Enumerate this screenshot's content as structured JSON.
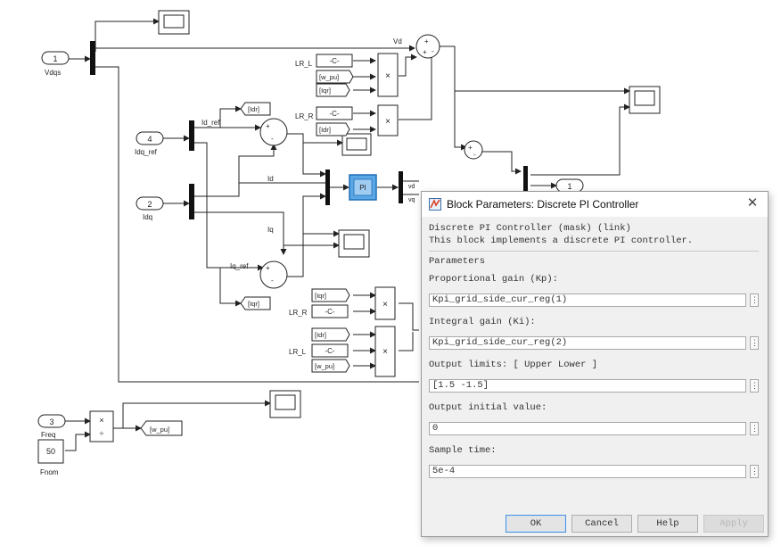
{
  "ports": {
    "in1": {
      "num": "1",
      "name": "Vdqs"
    },
    "in2": {
      "num": "4",
      "name": "Idq_ref"
    },
    "in3": {
      "num": "2",
      "name": "Idq"
    },
    "in4": {
      "num": "3",
      "name": "Freq"
    },
    "out1": {
      "num": "1"
    }
  },
  "constant": {
    "value": "50",
    "name": "Fnom"
  },
  "constant_block_label": "-C-",
  "signals": {
    "vd": "Vd",
    "id_ref": "Id_ref",
    "id": "Id",
    "iq": "Iq",
    "iq_ref": "Iq_ref",
    "lr_l": "LR_L",
    "lr_r": "LR_R",
    "vd_out": "vd",
    "vq_out": "vq"
  },
  "tags": {
    "w_pu": "[w_pu]",
    "iqr": "[Iqr]",
    "idr": "[Idr]"
  },
  "pi_label": "PI",
  "product_sign": "×",
  "divide_sign": "÷",
  "dialog": {
    "title": "Block Parameters: Discrete PI Controller",
    "description_line1": "Discrete PI Controller (mask) (link)",
    "description_line2": "This block implements a discrete PI controller.",
    "section": "Parameters",
    "params": [
      {
        "label": "Proportional gain (Kp):",
        "value": "Kpi_grid_side_cur_reg(1)"
      },
      {
        "label": "Integral gain (Ki):",
        "value": "Kpi_grid_side_cur_reg(2)"
      },
      {
        "label": "Output limits: [ Upper  Lower ]",
        "value": "[1.5 -1.5]"
      },
      {
        "label": "Output initial value:",
        "value": "0"
      },
      {
        "label": "Sample time:",
        "value": "5e-4"
      }
    ],
    "more_icon": "⋮",
    "buttons": {
      "ok": "OK",
      "cancel": "Cancel",
      "help": "Help",
      "apply": "Apply"
    }
  }
}
